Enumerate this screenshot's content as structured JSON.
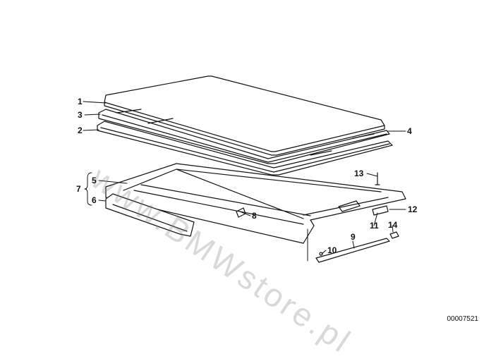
{
  "diagram": {
    "watermark": "www.BMWstore.pl",
    "reference_number": "00007521",
    "callouts": [
      "1",
      "2",
      "3",
      "4",
      "5",
      "6",
      "7",
      "8",
      "9",
      "10",
      "11",
      "12",
      "13",
      "14"
    ],
    "line_color": "#111111"
  }
}
